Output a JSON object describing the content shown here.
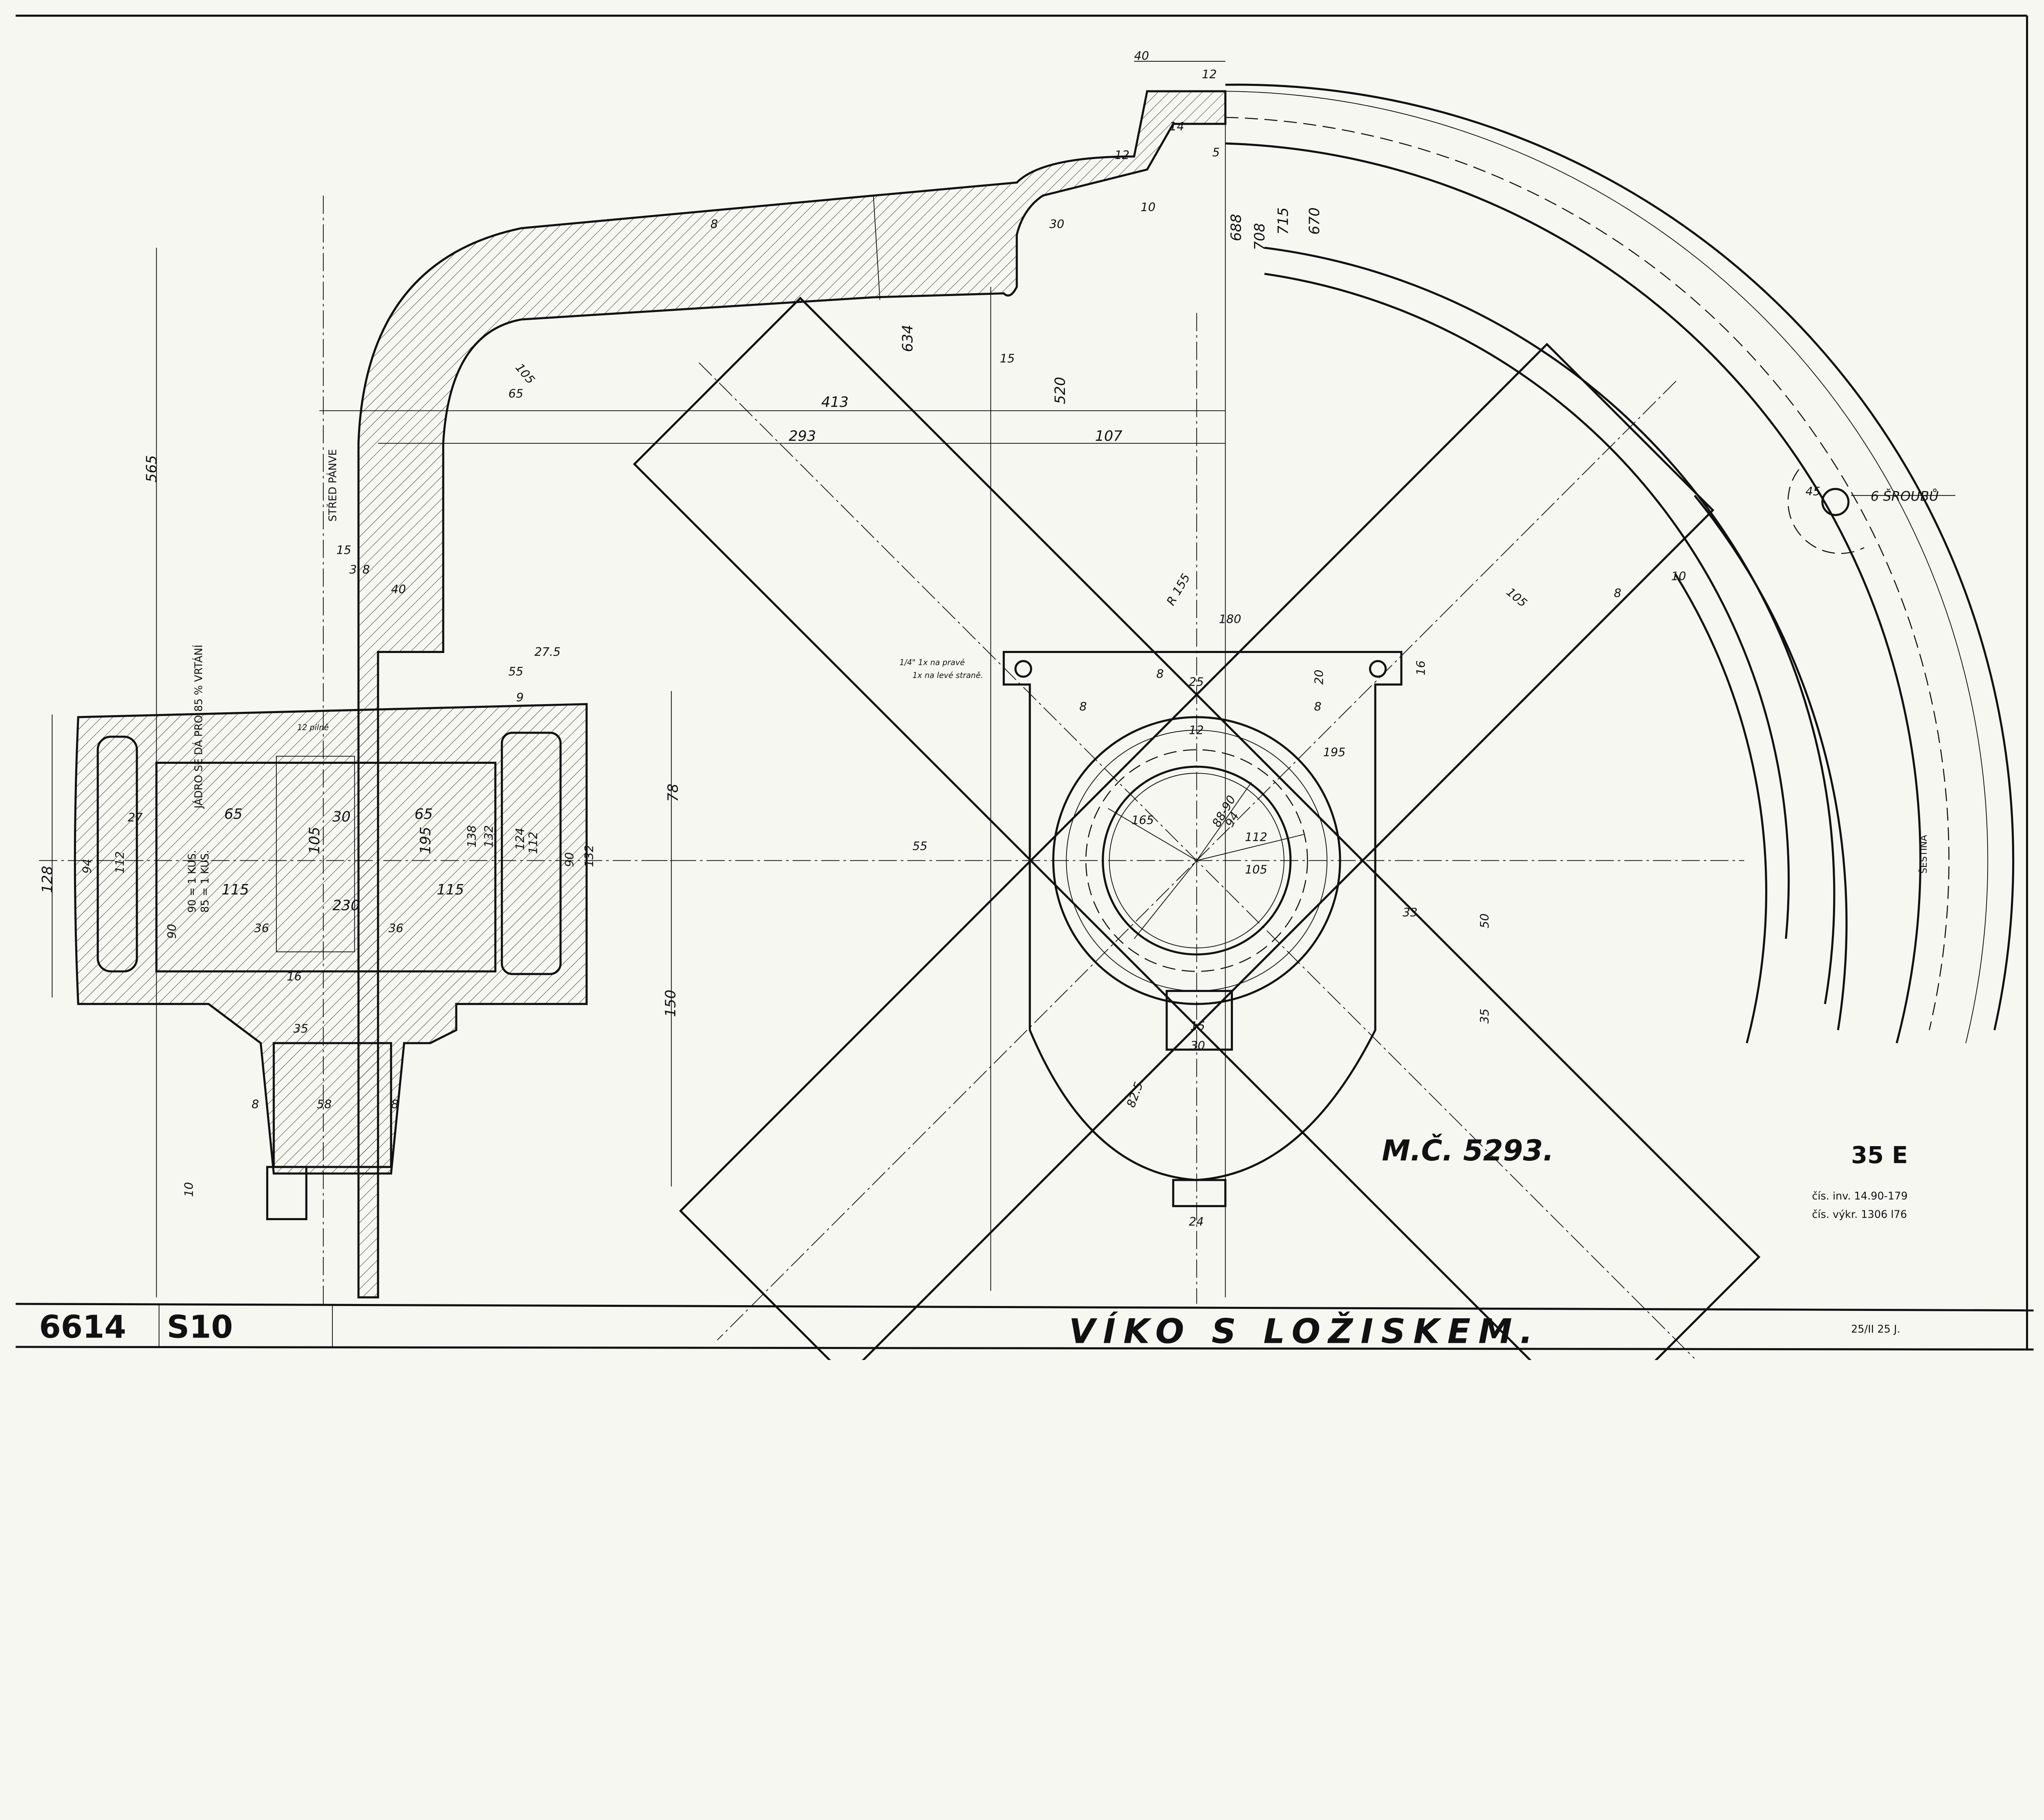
{
  "title_block": {
    "drawing_number": "6614",
    "sheet_code": "S10",
    "title": "VÍKO S LOŽISKEM.",
    "date": "25/II 25 J."
  },
  "part_mark": "M.Č. 5293.",
  "stamp": "35 E",
  "mirrored_note": [
    "čís. inv. 14.90-179",
    "čís. výkr. 1306 l76"
  ],
  "notes": {
    "bolts": "6 ŠROUBŮ",
    "pan_center": "STŘED PÁNVE",
    "core_note": "JÁDRO SE DÁ PRO 85 % VRTÁNÍ",
    "kus_90": "90 = 1 KUS.",
    "kus_85": "85 = 1 KUS.",
    "grease": "1/4\" 1x na pravé",
    "grease2": "1x na levé straně.",
    "file_note": "12 pilně",
    "rim": "ŠESTINA"
  },
  "dimensions": {
    "top_40": "40",
    "top_12": "12",
    "d14": "14",
    "d5": "5",
    "d12b": "12",
    "d10": "10",
    "d30": "30",
    "d8a": "8",
    "r688": "688",
    "r708": "708",
    "r715": "715",
    "r670": "670",
    "d634": "634",
    "d15a": "15",
    "d520": "520",
    "d413": "413",
    "d293": "293",
    "d107": "107",
    "r105": "105",
    "r65": "65",
    "d565": "565",
    "d15b": "15",
    "d3": "3",
    "d8b": "8",
    "d40": "40",
    "d27_5": "27.5",
    "d55": "55",
    "d9": "9",
    "d128": "128",
    "d94": "94",
    "d27": "27",
    "d112": "112",
    "d65a": "65",
    "d30b": "30",
    "d65b": "65",
    "d105": "105",
    "d195": "195",
    "d138": "138",
    "d132a": "132",
    "d124": "124",
    "d112b": "112",
    "d90": "90",
    "d132b": "132",
    "d115a": "115",
    "d230": "230",
    "d115b": "115",
    "d36a": "36",
    "d36b": "36",
    "d90b": "90",
    "d16": "16",
    "d35": "35",
    "d8c": "8",
    "d58": "58",
    "d8d": "8",
    "d10b": "10",
    "d78": "78",
    "d150": "150",
    "r155": "R 155",
    "d180": "180",
    "d8e": "8",
    "d25": "25",
    "d20": "20",
    "d16b": "16",
    "d8f": "8",
    "d8g": "8",
    "d12c": "12",
    "d195b": "195",
    "d165": "165",
    "d88_90": "88-90",
    "d94b": "94",
    "d112c": "112",
    "d105b": "105",
    "d55b": "55",
    "d33": "33",
    "d50": "50",
    "d35b": "35",
    "d15c": "15",
    "d30c": "30",
    "d82_5": "82.5",
    "d24": "24",
    "d105c": "105",
    "d8h": "8",
    "d10c": "10",
    "d45": "45"
  }
}
